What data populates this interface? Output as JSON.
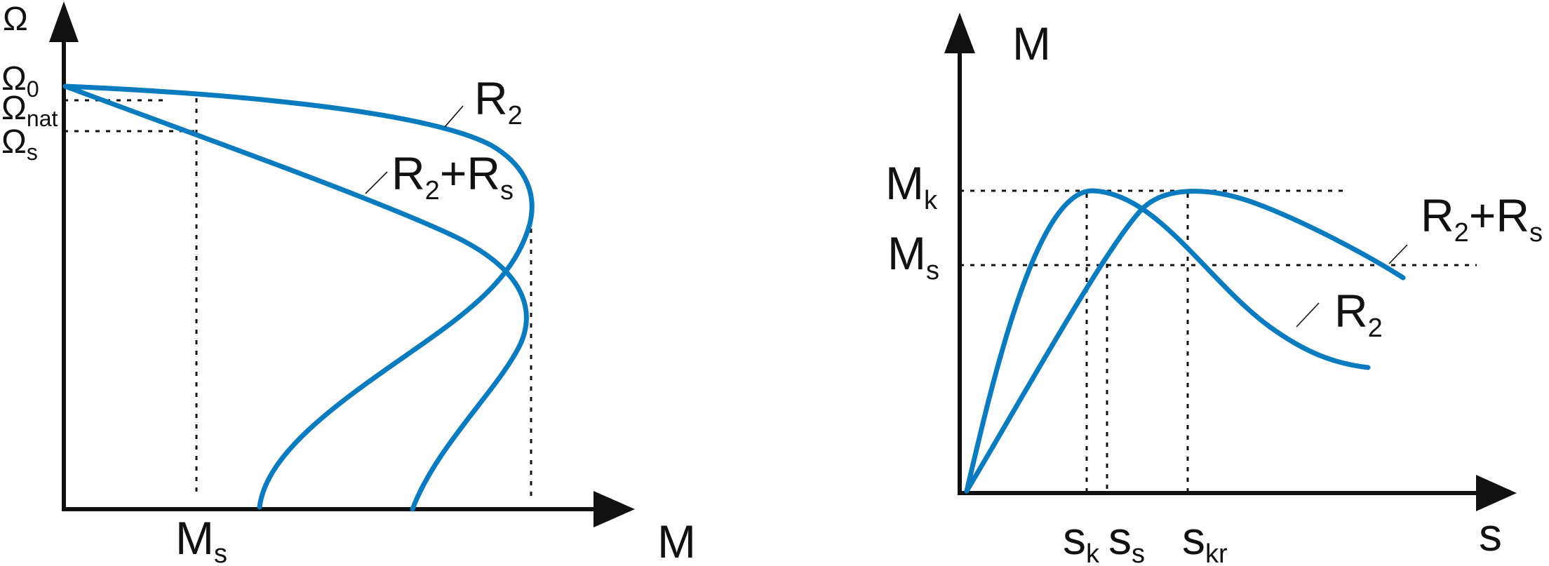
{
  "left_diagram": {
    "y_axis": {
      "symbol": "Ω"
    },
    "x_axis": {
      "symbol": "M"
    },
    "y_ticks": [
      {
        "base": "Ω",
        "sub": "0"
      },
      {
        "base": "Ω",
        "sub": "nat"
      },
      {
        "base": "Ω",
        "sub": "s"
      }
    ],
    "x_ticks": [
      {
        "base": "M",
        "sub": "s"
      }
    ],
    "curves": [
      {
        "label": {
          "parts": [
            "R",
            "2",
            ""
          ]
        }
      },
      {
        "label": {
          "parts": [
            "R",
            "2",
            "+R",
            "s"
          ]
        }
      }
    ]
  },
  "right_diagram": {
    "y_axis": {
      "symbol": "M"
    },
    "x_axis": {
      "symbol": "s"
    },
    "y_ticks": [
      {
        "base": "M",
        "sub": "k"
      },
      {
        "base": "M",
        "sub": "s"
      }
    ],
    "x_ticks": [
      {
        "base": "s",
        "sub": "k"
      },
      {
        "base": "s",
        "sub": "s"
      },
      {
        "base": "s",
        "sub": "kr"
      }
    ],
    "curves": [
      {
        "label": {
          "parts": [
            "R",
            "2",
            "+R",
            "s"
          ]
        }
      },
      {
        "label": {
          "parts": [
            "R",
            "2",
            ""
          ]
        }
      }
    ]
  },
  "colors": {
    "curve": "#0a7bbf",
    "axis": "#111111",
    "background": "#ffffff"
  }
}
